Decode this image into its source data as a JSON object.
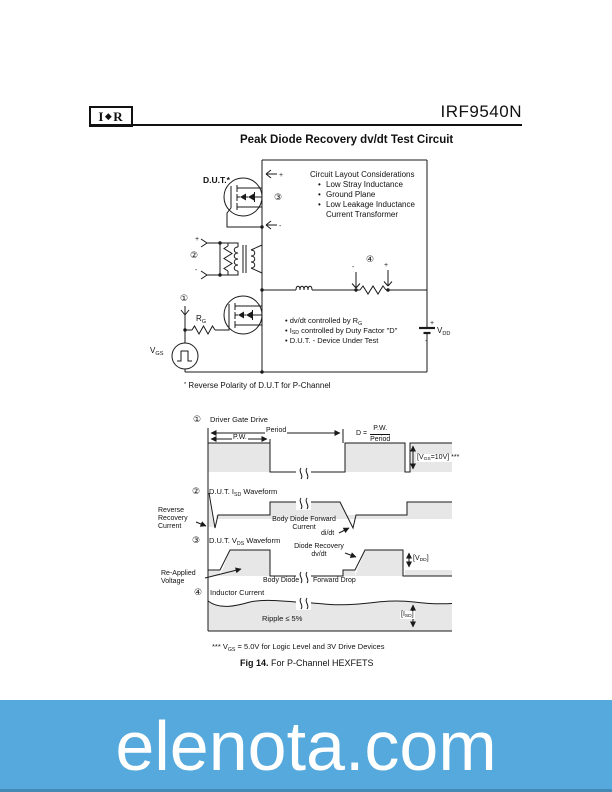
{
  "header": {
    "logo": {
      "i": "I",
      "diamond": "◆",
      "r": "R"
    },
    "part_number": "IRF9540N"
  },
  "title": "Peak Diode Recovery dv/dt Test Circuit",
  "callouts": {
    "c1": "①",
    "c2": "②",
    "c3": "③",
    "c4": "④"
  },
  "circuit": {
    "dut_label": "D.U.T.*",
    "considerations": {
      "heading": "Circuit Layout Considerations",
      "bullet": "•",
      "item1": "Low Stray Inductance",
      "item2": "Ground Plane",
      "item3": "Low Leakage Inductance",
      "item3_cont": "Current Transformer"
    },
    "notes": {
      "note1": [
        {
          "t": "•  dv/dt controlled by R"
        },
        {
          "sub": "G"
        }
      ],
      "note2": [
        {
          "t": "•  I"
        },
        {
          "sub": "SD"
        },
        {
          "t": " controlled by Duty Factor \"D\""
        }
      ],
      "note3": [
        {
          "t": "•  D.U.T. - Device Under Test"
        }
      ]
    },
    "labels": {
      "vgs": [
        {
          "t": "V"
        },
        {
          "sub": "GS"
        }
      ],
      "rg": [
        {
          "t": "R"
        },
        {
          "sub": "G"
        }
      ],
      "vdd": [
        {
          "t": "V"
        },
        {
          "sub": "DD"
        }
      ]
    },
    "marks": {
      "plus": "+",
      "minus": "-"
    },
    "footnote": [
      {
        "sup": "*"
      },
      {
        "t": "  Reverse Polarity of D.U.T  for P-Channel"
      }
    ]
  },
  "waveforms": {
    "w1": {
      "label": "Driver Gate Drive",
      "period": "Period",
      "pw": "P.W.",
      "duty_lhs": "D =",
      "duty_num": "P.W.",
      "duty_den": "Period",
      "bracket": [
        {
          "t": "[V"
        },
        {
          "sub": "GS"
        },
        {
          "t": "=10V] ***"
        }
      ]
    },
    "w2": {
      "label": [
        {
          "t": "D.U.T. I"
        },
        {
          "sub": "SD"
        },
        {
          "t": " Waveform"
        }
      ],
      "reverse_recovery": "Reverse\nRecovery\nCurrent",
      "body_diode": "Body  Diode  Forward\nCurrent",
      "didt": "di/dt"
    },
    "w3": {
      "label": [
        {
          "t": "D.U.T. V"
        },
        {
          "sub": "DS"
        },
        {
          "t": " Waveform"
        }
      ],
      "diode_recovery": "Diode  Recovery\ndv/dt",
      "reapplied": "Re-Applied\nVoltage",
      "body_diode_left": "Body  Diode",
      "body_diode_right": "Forward  Drop",
      "bracket": [
        {
          "t": "[V"
        },
        {
          "sub": "DD"
        },
        {
          "t": "]"
        }
      ]
    },
    "w4": {
      "label": "Inductor Current",
      "ripple": "Ripple  ≤  5%",
      "bracket": [
        {
          "t": "[I"
        },
        {
          "sub": "SD"
        },
        {
          "t": "]"
        }
      ]
    }
  },
  "footnote_bottom": [
    {
      "t": "*** V"
    },
    {
      "sub": "GS"
    },
    {
      "t": " = 5.0V for Logic Level and 3V Drive Devices"
    }
  ],
  "fig_caption": [
    {
      "b": "Fig 14."
    },
    {
      "t": " For P-Channel HEXFETS"
    }
  ],
  "banner": {
    "text": "elenota.com",
    "bg": "#55a9dc",
    "text_color": "#ffffff"
  }
}
